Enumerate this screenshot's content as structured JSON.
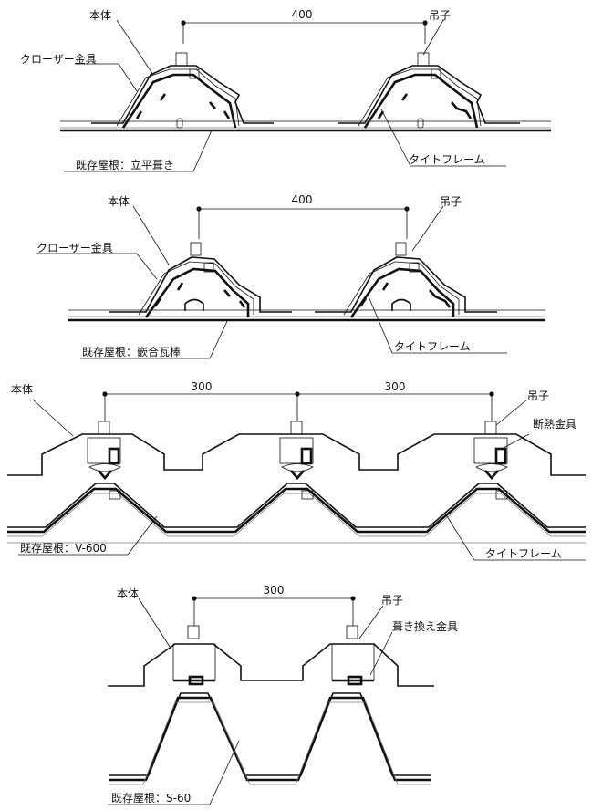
{
  "diagram1": {
    "dimension": "400",
    "labels": {
      "body": "本体",
      "closer": "クローザー金具",
      "hanger": "吊子",
      "existing_roof": "既存屋根：立平葺き",
      "tight_frame": "タイトフレーム"
    }
  },
  "diagram2": {
    "dimension": "400",
    "labels": {
      "body": "本体",
      "closer": "クローザー金具",
      "hanger": "吊子",
      "existing_roof": "既存屋根：嵌合瓦棒",
      "tight_frame": "タイトフレーム"
    }
  },
  "diagram3": {
    "dimension_left": "300",
    "dimension_right": "300",
    "labels": {
      "body": "本体",
      "hanger": "吊子",
      "insulation": "断熱金具",
      "existing_roof": "既存屋根：V-600",
      "tight_frame": "タイトフレーム"
    }
  },
  "diagram4": {
    "dimension": "300",
    "labels": {
      "body": "本体",
      "hanger": "吊子",
      "replacement": "葺き換え金具",
      "existing_roof": "既存屋根：S-60"
    }
  }
}
